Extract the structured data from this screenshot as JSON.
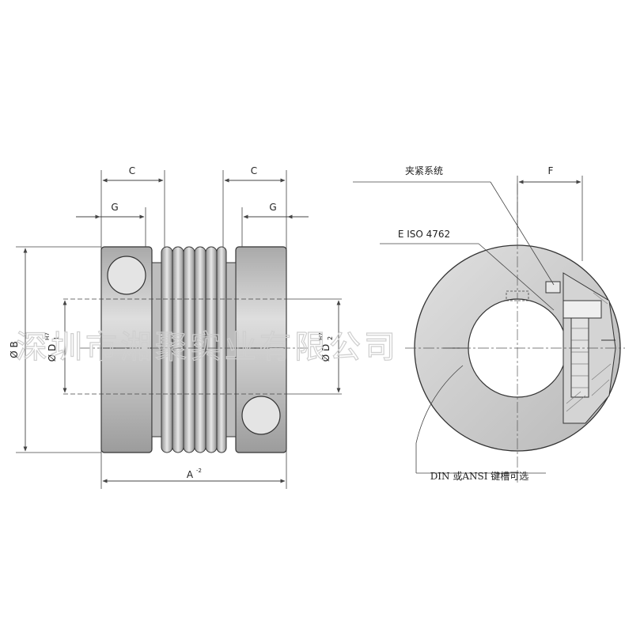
{
  "left_view": {
    "dim_c_left": "C",
    "dim_c_right": "C",
    "dim_g_left": "G",
    "dim_g_right": "G",
    "dim_b": "Ø B",
    "dim_d1": "Ø D",
    "dim_d1_sub": "1",
    "dim_d1_sup": "H7",
    "dim_d2": "Ø D",
    "dim_d2_sub": "2",
    "dim_d2_sup": "H7",
    "dim_a": "A",
    "dim_a_sup": "-2"
  },
  "right_view": {
    "dim_f": "F",
    "label_clamp": "夹紧系统",
    "label_iso": "E ISO 4762",
    "label_keyway": "DIN 或ANSI 键槽可选"
  },
  "watermark": "深圳市湘聚实业有限公司",
  "colors": {
    "metal": "#c9c9c9",
    "outline": "#333333",
    "dim_line": "#444444"
  }
}
